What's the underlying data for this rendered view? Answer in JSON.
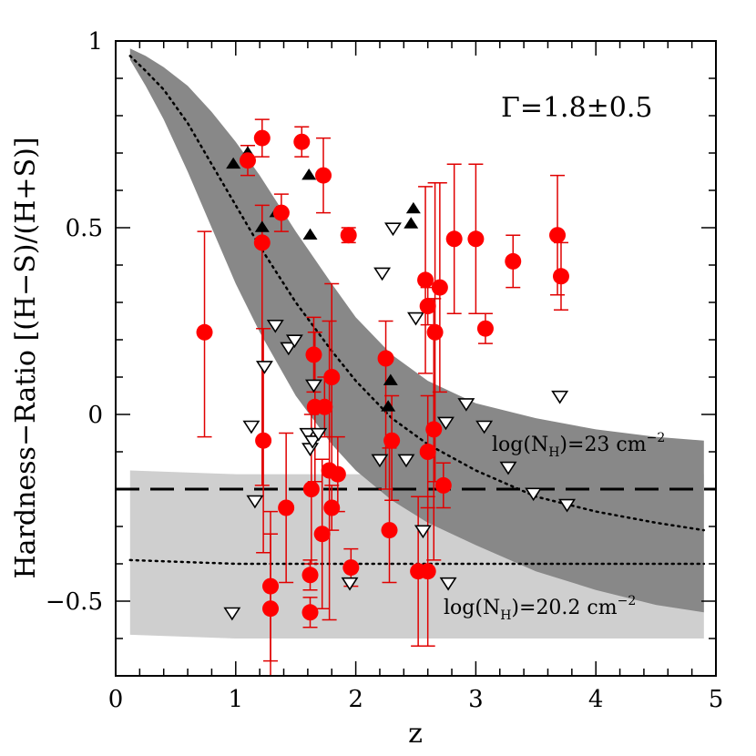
{
  "chart_data": {
    "type": "scatter",
    "xlabel": "z",
    "ylabel": "Hardness−Ratio  [(H−S)/(H+S)]",
    "xlim": [
      0,
      5
    ],
    "ylim": [
      -0.7,
      1
    ],
    "x_ticks": [
      0,
      1,
      2,
      3,
      4,
      5
    ],
    "y_ticks": [
      {
        "value": -0.5,
        "label": "−0.5"
      },
      {
        "value": 0,
        "label": "0"
      },
      {
        "value": 0.5,
        "label": "0.5"
      },
      {
        "value": 1,
        "label": "1"
      }
    ],
    "grid": false,
    "annotations": {
      "gamma": "Γ=1.8±0.5",
      "nh23": "log(N_H)=23 cm^-2",
      "nh23_parts": {
        "pre": "log(N",
        "sub": "H",
        "mid": ")=23 cm",
        "sup": "−2"
      },
      "nh20": "log(N_H)=20.2 cm^-2",
      "nh20_parts": {
        "pre": "log(N",
        "sub": "H",
        "mid": ")=20.2 cm",
        "sup": "−2"
      }
    },
    "colors": {
      "dark_band": "#888888",
      "light_band": "#cfcfcf",
      "detections": "#ff0000",
      "errorbars": "#e00000",
      "upward_triangles": "#000000"
    },
    "bands": {
      "logNH_23": {
        "x": [
          0.12,
          0.25,
          0.4,
          0.6,
          0.8,
          1.0,
          1.2,
          1.5,
          1.8,
          2.0,
          2.3,
          2.6,
          3.0,
          3.5,
          4.0,
          4.5,
          4.9
        ],
        "upper": [
          0.98,
          0.96,
          0.93,
          0.88,
          0.81,
          0.73,
          0.64,
          0.49,
          0.35,
          0.26,
          0.16,
          0.09,
          0.03,
          -0.01,
          -0.04,
          -0.06,
          -0.07
        ],
        "lower": [
          0.95,
          0.88,
          0.79,
          0.65,
          0.5,
          0.35,
          0.22,
          0.05,
          -0.08,
          -0.15,
          -0.23,
          -0.29,
          -0.35,
          -0.42,
          -0.47,
          -0.51,
          -0.53
        ],
        "center": [
          0.96,
          0.92,
          0.87,
          0.78,
          0.67,
          0.56,
          0.45,
          0.3,
          0.17,
          0.09,
          -0.01,
          -0.08,
          -0.15,
          -0.22,
          -0.26,
          -0.29,
          -0.31
        ]
      },
      "logNH_20.2": {
        "x": [
          0.12,
          1.0,
          2.0,
          3.0,
          4.0,
          4.9
        ],
        "upper": [
          -0.15,
          -0.16,
          -0.16,
          -0.16,
          -0.16,
          -0.16
        ],
        "lower": [
          -0.59,
          -0.6,
          -0.6,
          -0.6,
          -0.6,
          -0.6
        ],
        "center": [
          -0.39,
          -0.4,
          -0.4,
          -0.4,
          -0.4,
          -0.4
        ]
      }
    },
    "reference_line": {
      "y": -0.2,
      "style": "dashed"
    },
    "series": [
      {
        "marker": "circle",
        "points": [
          {
            "x": 0.74,
            "y": 0.22,
            "err": [
              0.28,
              0.27
            ]
          },
          {
            "x": 1.1,
            "y": 0.68,
            "err": [
              0.04,
              0.04
            ]
          },
          {
            "x": 1.22,
            "y": 0.74,
            "err": [
              0.05,
              0.05
            ]
          },
          {
            "x": 1.22,
            "y": 0.46,
            "err": [
              0.65,
              0.1
            ]
          },
          {
            "x": 1.23,
            "y": -0.07,
            "err": [
              0.3,
              0.3
            ]
          },
          {
            "x": 1.29,
            "y": -0.46,
            "err": [
              0.2,
              0.2
            ]
          },
          {
            "x": 1.29,
            "y": -0.52,
            "err": [
              0.27,
              0.2
            ]
          },
          {
            "x": 1.38,
            "y": 0.54,
            "err": [
              0.05,
              0.05
            ]
          },
          {
            "x": 1.42,
            "y": -0.25,
            "err": [
              0.2,
              0.2
            ]
          },
          {
            "x": 1.55,
            "y": 0.73,
            "err": [
              0.04,
              0.04
            ]
          },
          {
            "x": 1.62,
            "y": -0.43,
            "err": [
              0.04,
              0.04
            ]
          },
          {
            "x": 1.62,
            "y": -0.53,
            "err": [
              0.04,
              0.04
            ]
          },
          {
            "x": 1.63,
            "y": -0.2,
            "err": [
              0.2,
              0.2
            ]
          },
          {
            "x": 1.65,
            "y": 0.16,
            "err": [
              0.1,
              0.1
            ]
          },
          {
            "x": 1.66,
            "y": 0.02,
            "err": [
              0.2,
              0.2
            ]
          },
          {
            "x": 1.72,
            "y": -0.32,
            "err": [
              0.2,
              0.2
            ]
          },
          {
            "x": 1.73,
            "y": 0.64,
            "err": [
              0.1,
              0.1
            ]
          },
          {
            "x": 1.74,
            "y": 0.02,
            "err": [
              0.08,
              0.08
            ]
          },
          {
            "x": 1.78,
            "y": -0.15,
            "err": [
              0.4,
              0.4
            ]
          },
          {
            "x": 1.8,
            "y": 0.1,
            "err": [
              0.25,
              0.25
            ]
          },
          {
            "x": 1.8,
            "y": -0.25,
            "err": [
              0.06,
              0.06
            ]
          },
          {
            "x": 1.85,
            "y": -0.16,
            "err": [
              0.1,
              0.1
            ]
          },
          {
            "x": 1.94,
            "y": 0.48,
            "err": [
              0.02,
              0.02
            ]
          },
          {
            "x": 1.96,
            "y": -0.41,
            "err": [
              0.05,
              0.05
            ]
          },
          {
            "x": 2.25,
            "y": 0.15,
            "err": [
              0.35,
              0.1
            ]
          },
          {
            "x": 2.28,
            "y": -0.31,
            "err": [
              0.14,
              0.22
            ]
          },
          {
            "x": 2.3,
            "y": -0.07,
            "err": [
              0.16,
              0.12
            ]
          },
          {
            "x": 2.52,
            "y": -0.42,
            "err": [
              0.2,
              0.2
            ]
          },
          {
            "x": 2.58,
            "y": 0.36,
            "err": [
              0.25,
              0.25
            ]
          },
          {
            "x": 2.6,
            "y": 0.29,
            "err": [
              0.05,
              0.05
            ]
          },
          {
            "x": 2.6,
            "y": -0.1,
            "err": [
              0.15,
              0.15
            ]
          },
          {
            "x": 2.6,
            "y": -0.42,
            "err": [
              0.2,
              0.2
            ]
          },
          {
            "x": 2.65,
            "y": -0.04,
            "err": [
              0.35,
              0.35
            ]
          },
          {
            "x": 2.66,
            "y": 0.22,
            "err": [
              0.4,
              0.4
            ]
          },
          {
            "x": 2.7,
            "y": 0.34,
            "err": [
              0.28,
              0.28
            ]
          },
          {
            "x": 2.73,
            "y": -0.19,
            "err": [
              0.06,
              0.06
            ]
          },
          {
            "x": 2.82,
            "y": 0.47,
            "err": [
              0.2,
              0.2
            ]
          },
          {
            "x": 3.0,
            "y": 0.47,
            "err": [
              0.2,
              0.2
            ]
          },
          {
            "x": 3.08,
            "y": 0.23,
            "err": [
              0.04,
              0.04
            ]
          },
          {
            "x": 3.31,
            "y": 0.41,
            "err": [
              0.07,
              0.07
            ]
          },
          {
            "x": 3.68,
            "y": 0.48,
            "err": [
              0.16,
              0.16
            ]
          },
          {
            "x": 3.71,
            "y": 0.37,
            "err": [
              0.09,
              0.09
            ]
          }
        ]
      },
      {
        "marker": "triangle-up",
        "points": [
          {
            "x": 0.98,
            "y": 0.67
          },
          {
            "x": 1.1,
            "y": 0.7
          },
          {
            "x": 1.22,
            "y": 0.5
          },
          {
            "x": 1.34,
            "y": 0.54
          },
          {
            "x": 1.61,
            "y": 0.64
          },
          {
            "x": 1.62,
            "y": 0.48
          },
          {
            "x": 2.27,
            "y": 0.02
          },
          {
            "x": 2.29,
            "y": 0.09
          },
          {
            "x": 2.46,
            "y": 0.51
          },
          {
            "x": 2.48,
            "y": 0.55
          }
        ]
      },
      {
        "marker": "triangle-down",
        "points": [
          {
            "x": 0.97,
            "y": -0.53
          },
          {
            "x": 1.13,
            "y": -0.03
          },
          {
            "x": 1.16,
            "y": -0.23
          },
          {
            "x": 1.24,
            "y": 0.13
          },
          {
            "x": 1.33,
            "y": 0.24
          },
          {
            "x": 1.44,
            "y": 0.18
          },
          {
            "x": 1.49,
            "y": 0.2
          },
          {
            "x": 1.6,
            "y": -0.05
          },
          {
            "x": 1.62,
            "y": -0.09
          },
          {
            "x": 1.64,
            "y": -0.07
          },
          {
            "x": 1.65,
            "y": 0.08
          },
          {
            "x": 1.69,
            "y": -0.05
          },
          {
            "x": 1.95,
            "y": -0.45
          },
          {
            "x": 2.2,
            "y": -0.12
          },
          {
            "x": 2.22,
            "y": 0.38
          },
          {
            "x": 2.31,
            "y": 0.5
          },
          {
            "x": 2.42,
            "y": -0.12
          },
          {
            "x": 2.5,
            "y": 0.26
          },
          {
            "x": 2.56,
            "y": -0.31
          },
          {
            "x": 2.75,
            "y": -0.02
          },
          {
            "x": 2.77,
            "y": -0.45
          },
          {
            "x": 2.92,
            "y": 0.03
          },
          {
            "x": 3.07,
            "y": -0.03
          },
          {
            "x": 3.27,
            "y": -0.14
          },
          {
            "x": 3.48,
            "y": -0.21
          },
          {
            "x": 3.76,
            "y": -0.24
          },
          {
            "x": 3.7,
            "y": 0.05
          }
        ]
      }
    ]
  }
}
